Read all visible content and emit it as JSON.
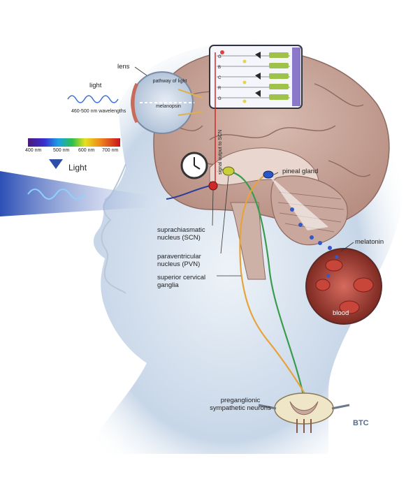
{
  "labels": {
    "lens": "lens",
    "pathway": "pathway of light",
    "melanopsin": "melanopsin",
    "light_wave": "light",
    "wavelengths": "460-500 nm wavelengths",
    "spectrum_ticks": [
      "400 nm",
      "500 nm",
      "600 nm",
      "700 nm"
    ],
    "light_beam": "Light",
    "signal_output": "signal output to SCN",
    "pineal": "pineal gland",
    "scn": "suprachiasmatic nucleus (SCN)",
    "pvn": "paraventricular nucleus (PVN)",
    "ganglia": "superior cervical ganglia",
    "melatonin": "melatonin",
    "blood": "blood",
    "preganglionic": "preganglionic sympathetic neurons",
    "logo": "BTC"
  },
  "colors": {
    "brain": "#c9a79c",
    "head": "#dfe7ef",
    "scn_dot": "#cc2a2a",
    "pvn_dot": "#c8cf3a",
    "pineal_dot": "#2b56c7",
    "green_path": "#3a9b4e",
    "orange_path": "#e7a33b",
    "blood": "#a4423a"
  },
  "retina_inset": {
    "row_letters": [
      "G",
      "B",
      "C",
      "R"
    ]
  }
}
